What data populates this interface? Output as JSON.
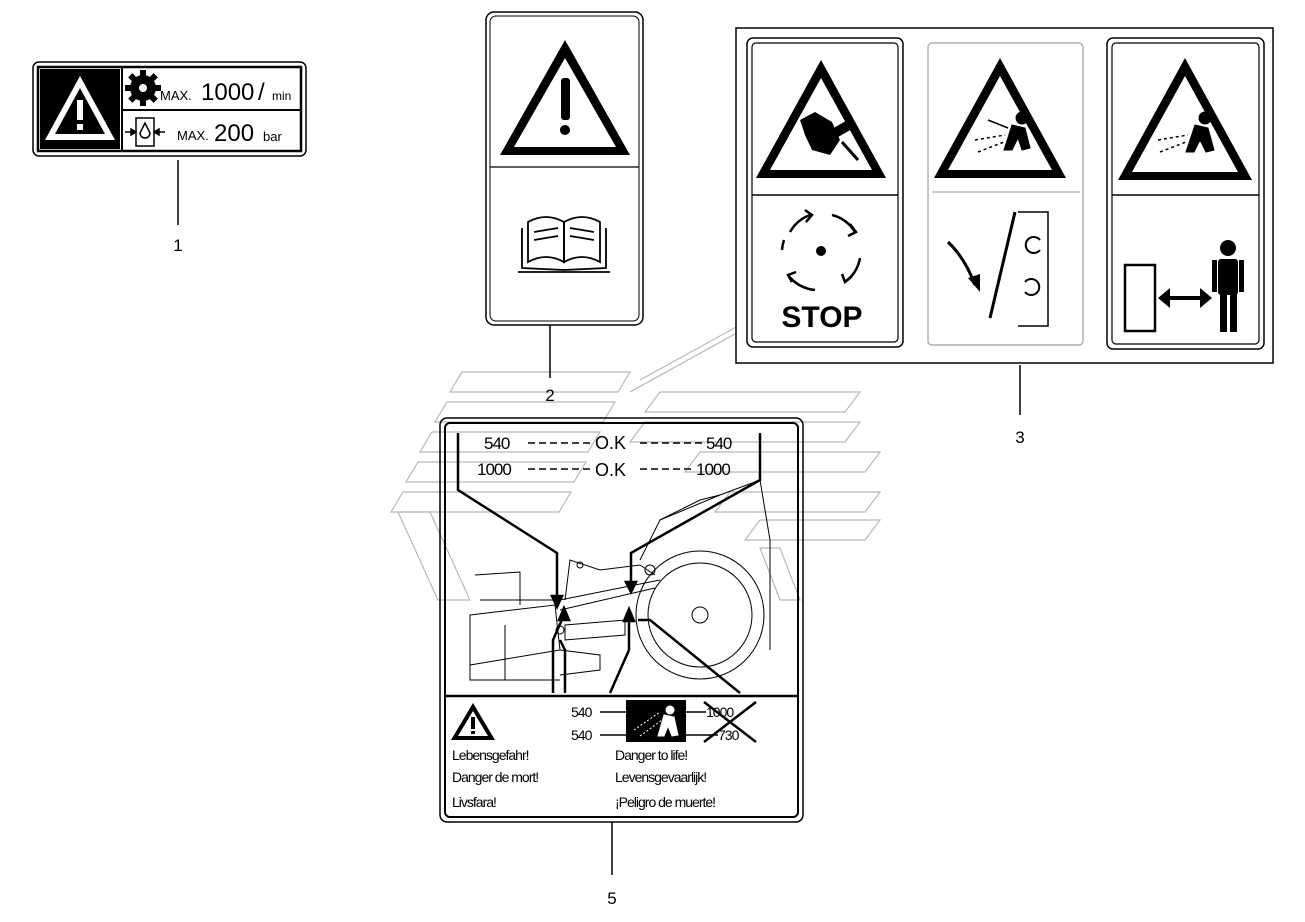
{
  "callouts": {
    "c1": "1",
    "c2": "2",
    "c3": "3",
    "c5": "5"
  },
  "decal1": {
    "speed_prefix": "MAX.",
    "speed_value": "1000",
    "speed_unit": "/min",
    "pressure_prefix": "MAX.",
    "pressure_value": "200",
    "pressure_unit": "bar"
  },
  "decal3": {
    "stop_label": "STOP"
  },
  "decal5": {
    "row1_left": "540",
    "row1_mid": "O.K",
    "row1_right": "540",
    "row2_left": "1000",
    "row2_mid": "O.K",
    "row2_right": "1000",
    "bottom_row1_left": "540",
    "bottom_row1_right": "1000",
    "bottom_row2_left": "540",
    "bottom_row2_right": "730",
    "warnings_left": [
      "Lebensgefahr!",
      "Danger de mort!",
      "Livsfara!"
    ],
    "warnings_right": [
      "Danger to life!",
      "Levensgevaarlijk!",
      "¡Peligro de muerte!"
    ]
  },
  "icons": [
    "warning-triangle-icon",
    "gear-icon",
    "hydraulic-cylinder-icon",
    "manual-book-icon",
    "hand-crush-icon",
    "rotating-arrows-icon",
    "thrown-objects-icon",
    "rotation-direction-icon",
    "keep-distance-icon",
    "person-icon"
  ],
  "colors": {
    "ink": "#000000",
    "paper": "#ffffff",
    "watermark": "#b8b8b8"
  }
}
